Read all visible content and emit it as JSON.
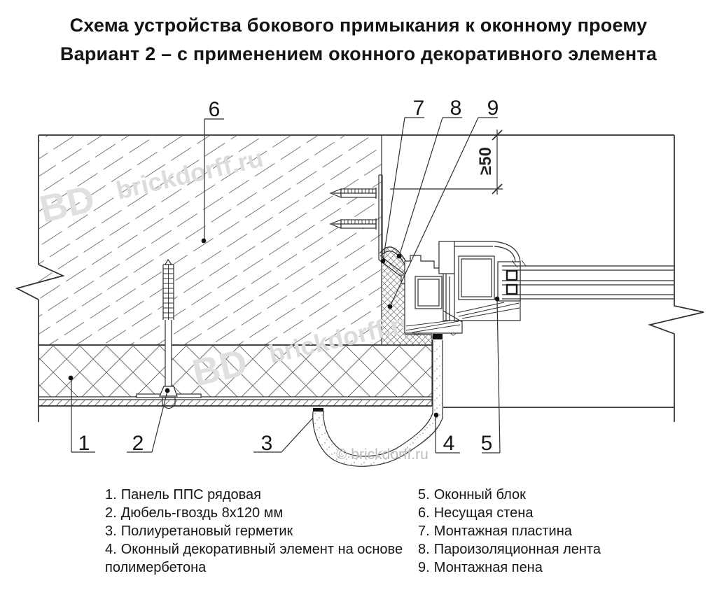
{
  "title": {
    "line1": "Схема устройства бокового примыкания к оконному проему",
    "line2": "Вариант 2 – с применением оконного декоративного элемента"
  },
  "legend": {
    "left": [
      {
        "num": "1.",
        "text": "Панель ППС рядовая"
      },
      {
        "num": "2.",
        "text": "Дюбель-гвоздь 8х120 мм"
      },
      {
        "num": "3.",
        "text": "Полиуретановый герметик"
      },
      {
        "num": "4.",
        "text": "Оконный декоративный элемент на основе полимербетона"
      }
    ],
    "right": [
      {
        "num": "5.",
        "text": "Оконный блок"
      },
      {
        "num": "6.",
        "text": "Несущая стена"
      },
      {
        "num": "7.",
        "text": "Монтажная пластина"
      },
      {
        "num": "8.",
        "text": "Пароизоляционная лента"
      },
      {
        "num": "9.",
        "text": "Монтажная пена"
      }
    ]
  },
  "callouts": {
    "c1": "1",
    "c2": "2",
    "c3": "3",
    "c4": "4",
    "c5": "5",
    "c6": "6",
    "c7": "7",
    "c8": "8",
    "c9": "9"
  },
  "dimension": {
    "min_overlap": "≥50"
  },
  "watermark": {
    "logo": "BD",
    "site": "brickdorff.ru",
    "copyright": "© brickdorff.ru"
  },
  "colors": {
    "line": "#2e2e2e",
    "hatch": "#6e6e6e",
    "watermark": "#dcdcdc",
    "sealant": "#111111",
    "text": "#161616"
  }
}
